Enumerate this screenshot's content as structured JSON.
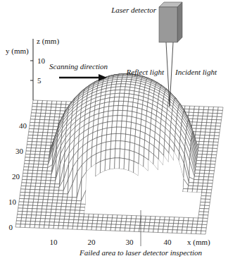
{
  "diagram": {
    "labels": [
      "z (mm)",
      "10",
      "5",
      "y (mm)",
      "40",
      "30",
      "20",
      "10",
      "0",
      "10",
      "20",
      "30",
      "40",
      "x (mm)",
      "Scanning direction",
      "Laser detector",
      "Reflect light",
      "Incident light",
      "Failed area to laser detector inspection"
    ]
  }
}
